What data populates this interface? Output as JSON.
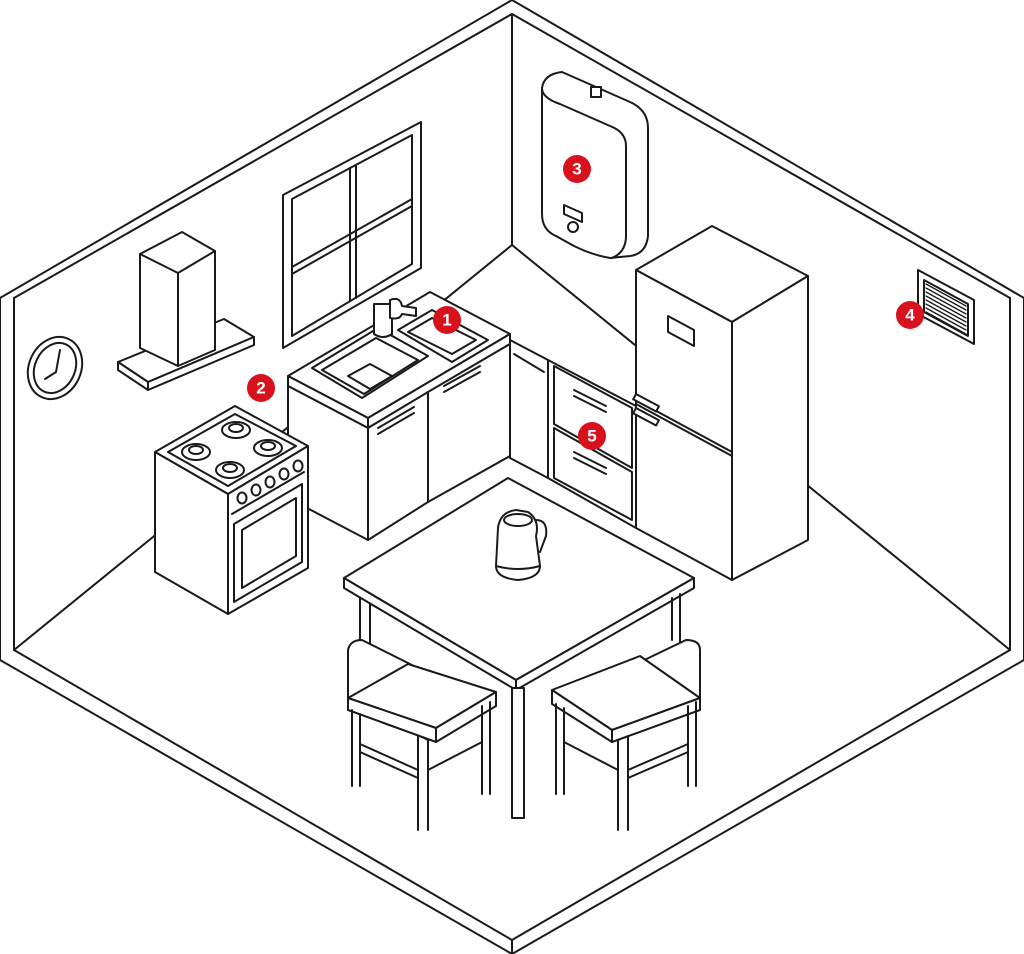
{
  "markers": [
    {
      "id": "marker-1",
      "label": "1",
      "color": "#d7121d"
    },
    {
      "id": "marker-2",
      "label": "2",
      "color": "#d7121d"
    },
    {
      "id": "marker-3",
      "label": "3",
      "color": "#d7121d"
    },
    {
      "id": "marker-4",
      "label": "4",
      "color": "#d7121d"
    },
    {
      "id": "marker-5",
      "label": "5",
      "color": "#d7121d"
    }
  ],
  "colors": {
    "line": "#1a1a1a",
    "background": "#ffffff",
    "marker": "#d7121d"
  }
}
